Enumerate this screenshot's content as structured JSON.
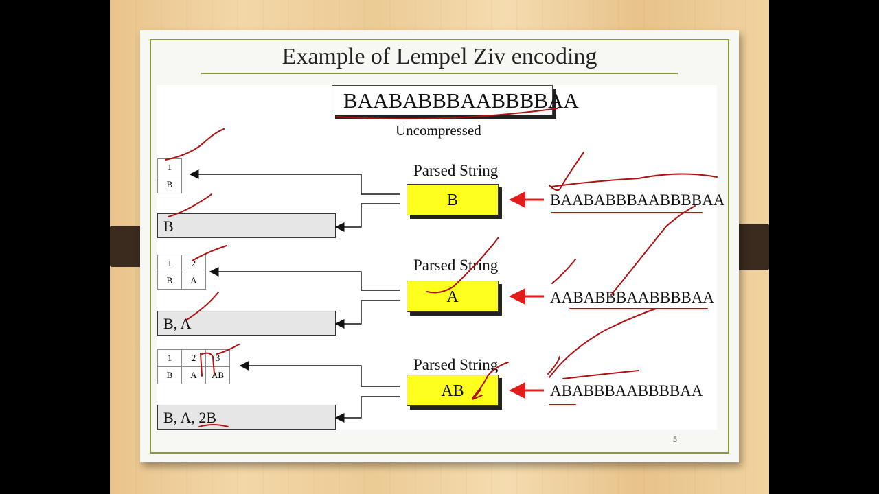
{
  "slide": {
    "title": "Example of Lempel Ziv encoding",
    "uncompressed_string": "BAABABBBAABBBBAA",
    "uncompressed_label": "Uncompressed",
    "page_number": "5"
  },
  "steps": [
    {
      "parsed_label": "Parsed String",
      "parsed_value": "B",
      "remaining": "BAABABBBAABBBBAA",
      "output": "B",
      "dict_indices": [
        "1"
      ],
      "dict_entries": [
        "B"
      ]
    },
    {
      "parsed_label": "Parsed String",
      "parsed_value": "A",
      "remaining": "AABABBBAABBBBAA",
      "output": "B, A",
      "dict_indices": [
        "1",
        "2"
      ],
      "dict_entries": [
        "B",
        "A"
      ]
    },
    {
      "parsed_label": "Parsed String",
      "parsed_value": "AB",
      "remaining": "ABABBBAABBBBAA",
      "output": "B, A, 2B",
      "dict_indices": [
        "1",
        "2",
        "3"
      ],
      "dict_entries": [
        "B",
        "A",
        "AB"
      ]
    }
  ],
  "colors": {
    "accent_rule": "#8a9a3b",
    "parsed_box": "#ffff1e",
    "arrow_red": "#e21b1b",
    "annotation_ink": "#b01010"
  }
}
